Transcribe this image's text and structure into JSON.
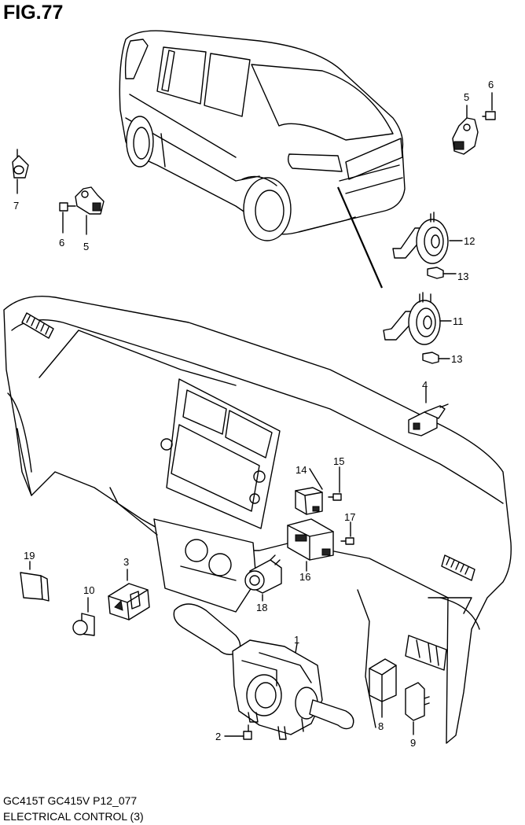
{
  "figure": {
    "title": "FIG.77",
    "footer_code": "GC415T GC415V P12_077",
    "footer_name": "ELECTRICAL CONTROL (3)"
  },
  "callouts": [
    {
      "id": "c6a",
      "label": "6"
    },
    {
      "id": "c5a",
      "label": "5"
    },
    {
      "id": "c7",
      "label": "7"
    },
    {
      "id": "c6b",
      "label": "6"
    },
    {
      "id": "c5b",
      "label": "5"
    },
    {
      "id": "c12",
      "label": "12"
    },
    {
      "id": "c13a",
      "label": "13"
    },
    {
      "id": "c11",
      "label": "11"
    },
    {
      "id": "c13b",
      "label": "13"
    },
    {
      "id": "c4",
      "label": "4"
    },
    {
      "id": "c15",
      "label": "15"
    },
    {
      "id": "c14",
      "label": "14"
    },
    {
      "id": "c17",
      "label": "17"
    },
    {
      "id": "c16",
      "label": "16"
    },
    {
      "id": "c19",
      "label": "19"
    },
    {
      "id": "c3",
      "label": "3"
    },
    {
      "id": "c10",
      "label": "10"
    },
    {
      "id": "c18",
      "label": "18"
    },
    {
      "id": "c1",
      "label": "1"
    },
    {
      "id": "c2",
      "label": "2"
    },
    {
      "id": "c8",
      "label": "8"
    },
    {
      "id": "c9",
      "label": "9"
    }
  ]
}
